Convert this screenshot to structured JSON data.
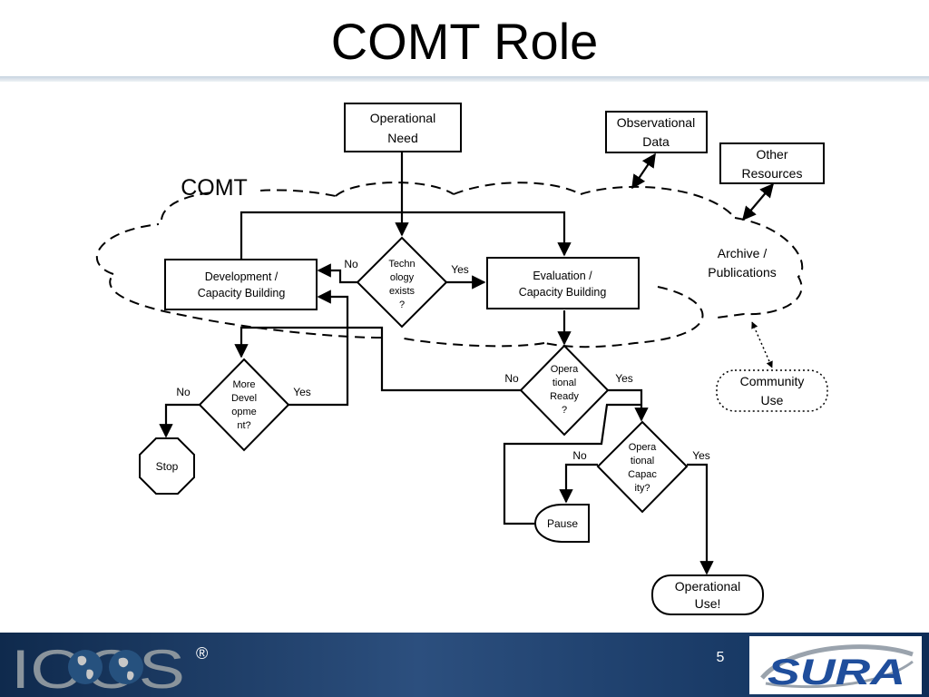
{
  "slide": {
    "title": "COMT Role",
    "page_number": "5"
  },
  "diagram": {
    "cloud_label": "COMT",
    "nodes": {
      "operational_need": [
        "Operational",
        "Need"
      ],
      "observational_data": [
        "Observational",
        "Data"
      ],
      "other_resources": [
        "Other",
        "Resources"
      ],
      "technology_exists": [
        "Techn",
        "ology",
        "exists",
        "?"
      ],
      "development": [
        "Development /",
        "Capacity Building"
      ],
      "evaluation": [
        "Evaluation /",
        "Capacity Building"
      ],
      "archive": [
        "Archive /",
        "Publications"
      ],
      "community_use": [
        "Community",
        "Use"
      ],
      "more_development": [
        "More",
        "Devel",
        "opme",
        "nt?"
      ],
      "operational_ready": [
        "Opera",
        "tional",
        "Ready",
        "?"
      ],
      "operational_capacity": [
        "Opera",
        "tional",
        "Capac",
        "ity?"
      ],
      "stop": "Stop",
      "pause": "Pause",
      "operational_use": [
        "Operational",
        "Use!"
      ]
    },
    "edge_labels": {
      "tech_no": "No",
      "tech_yes": "Yes",
      "ready_no": "No",
      "ready_yes": "Yes",
      "more_no": "No",
      "more_yes": "Yes",
      "capacity_no": "No",
      "capacity_yes": "Yes"
    }
  },
  "footer": {
    "left_logo_text": "IOOS",
    "left_logo_mark": "®",
    "right_logo_text": "SURA"
  },
  "colors": {
    "footer_dark": "#0f2a4d",
    "footer_mid": "#2c4f7e",
    "sura_blue": "#1f4e9c",
    "ioos_gray": "#5b6770"
  }
}
